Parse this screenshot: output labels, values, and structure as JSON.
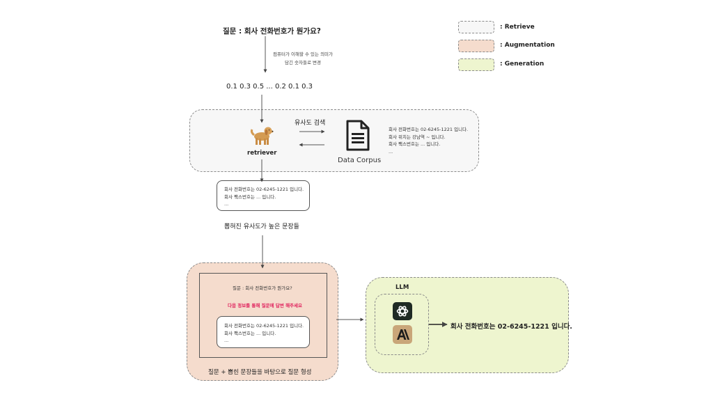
{
  "question": "질문 : 회사 전화번호가 뭔가요?",
  "embedding_note": [
    "컴퓨터가 이해할 수 있는 의미가",
    "담긴 숫자들로 변경"
  ],
  "vector": "0.1 0.3 0.5 ... 0.2 0.1 0.3",
  "retrieve": {
    "similarity_label": "유사도 검색",
    "retriever_label": "retriever",
    "corpus_label": "Data Corpus",
    "corpus_lines": [
      "회사 전화번호는 02-6245-1221 입니다.",
      "회사 위치는 강남역 ~ 입니다.",
      "회사 팩스번호는 ... 입니다.",
      "..."
    ]
  },
  "retrieved": {
    "lines": [
      "회사 전화번호는 02-6245-1221 입니다.",
      "회사 팩스번호는 ... 입니다.",
      "..."
    ],
    "caption": "뽑혀진 유사도가 높은 문장들"
  },
  "augmentation": {
    "question": "질문 : 회사 전화번호가 뭔가요?",
    "instruction": "다음 정보를 통해 질문에 답변 해주세요",
    "context_lines": [
      "회사 전화번호는 02-6245-1221 입니다.",
      "회사 팩스번호는 ... 입니다.",
      "..."
    ],
    "caption": "질문 + 뽑힌 문장들을 바탕으로 질문 형성"
  },
  "generation": {
    "llm_label": "LLM",
    "answer": "회사 전화번호는 02-6245-1221 입니다."
  },
  "legend": [
    {
      "label": ": Retrieve",
      "color": "#f7f7f7"
    },
    {
      "label": ": Augmentation",
      "color": "#f5dccd"
    },
    {
      "label": ": Generation",
      "color": "#eef5cf"
    }
  ],
  "colors": {
    "instruction": "#e0245e",
    "openai_bg": "#1f2a24",
    "anthropic_bg": "#c9a679"
  }
}
